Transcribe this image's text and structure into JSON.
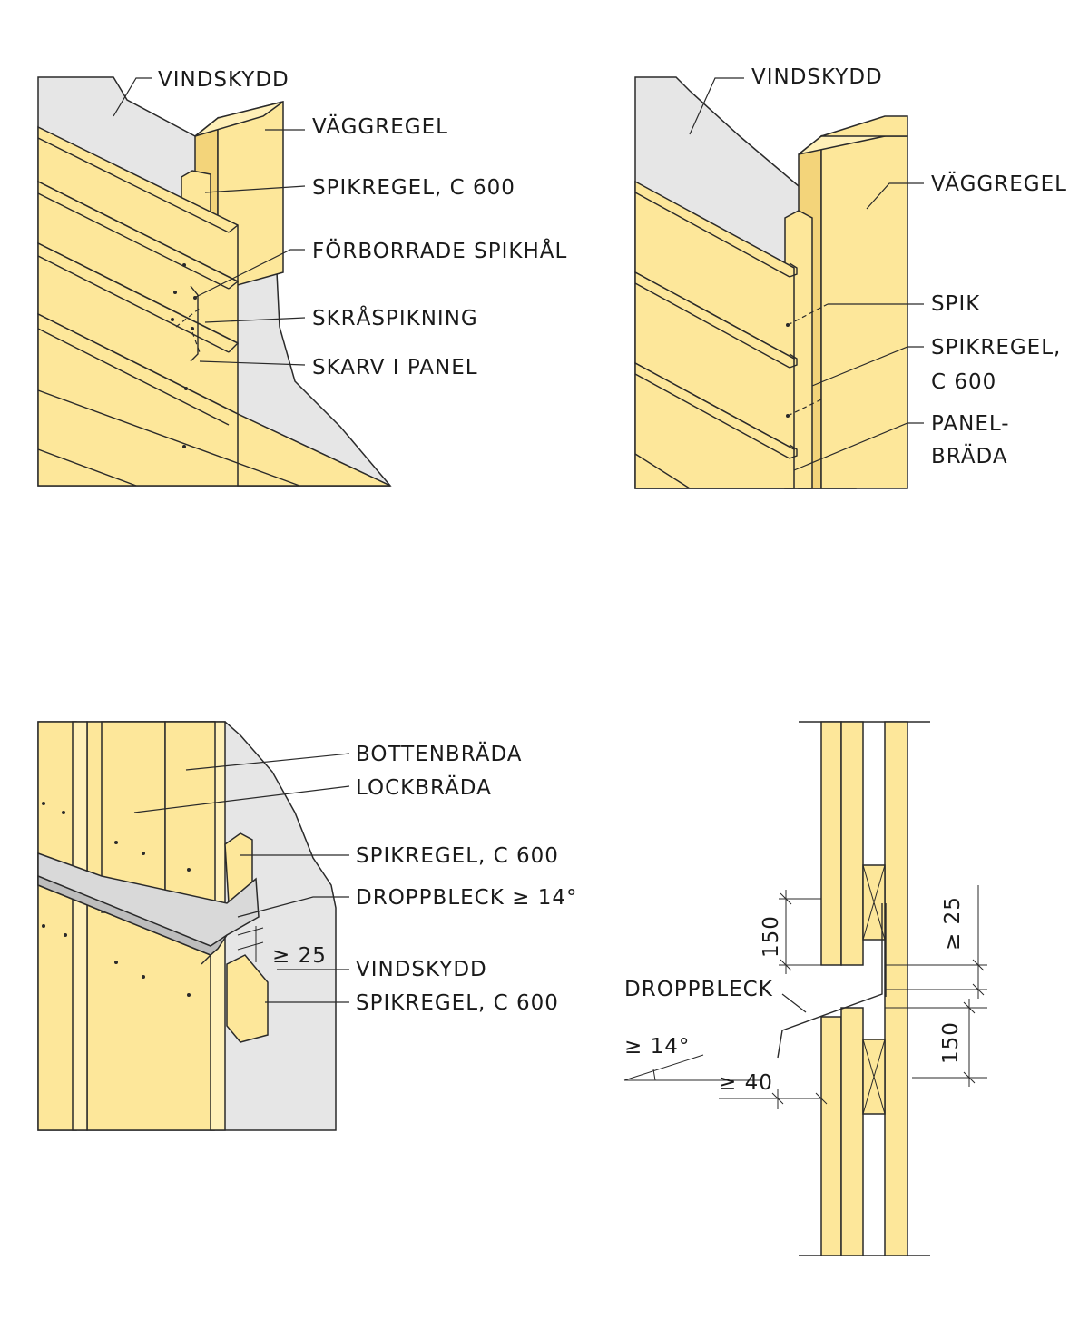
{
  "panel_top_left": {
    "labels": {
      "vindskydd": "VINDSKYDD",
      "vaggregel": "VÄGGREGEL",
      "spikregel": "SPIKREGEL, C 600",
      "forborrade": "FÖRBORRADE SPIKHÅL",
      "skraspikning": "SKRÅSPIKNING",
      "skarv": "SKARV I PANEL"
    }
  },
  "panel_top_right": {
    "labels": {
      "vindskydd": "VINDSKYDD",
      "vaggregel": "VÄGGREGEL",
      "spik": "SPIK",
      "spikregel_1": "SPIKREGEL,",
      "spikregel_2": "C 600",
      "panel_1": "PANEL-",
      "panel_2": "BRÄDA"
    }
  },
  "panel_bottom_left": {
    "labels": {
      "bottenbrada": "BOTTENBRÄDA",
      "lockbrada": "LOCKBRÄDA",
      "spikregel_upper": "SPIKREGEL, C 600",
      "droppbleck": "DROPPBLECK ≥ 14°",
      "dim_25": "≥ 25",
      "vindskydd": "VINDSKYDD",
      "spikregel_lower": "SPIKREGEL, C 600"
    }
  },
  "panel_bottom_right": {
    "labels": {
      "droppbleck": "DROPPBLECK",
      "angle": "≥ 14°",
      "dim_40": "≥ 40",
      "dim_150_top": "150",
      "dim_150_bottom": "150",
      "dim_25": "≥ 25"
    }
  },
  "colors": {
    "wood": "#fde79a",
    "wind_barrier": "#e6e6e6",
    "flashing": "#d9d9d9"
  }
}
